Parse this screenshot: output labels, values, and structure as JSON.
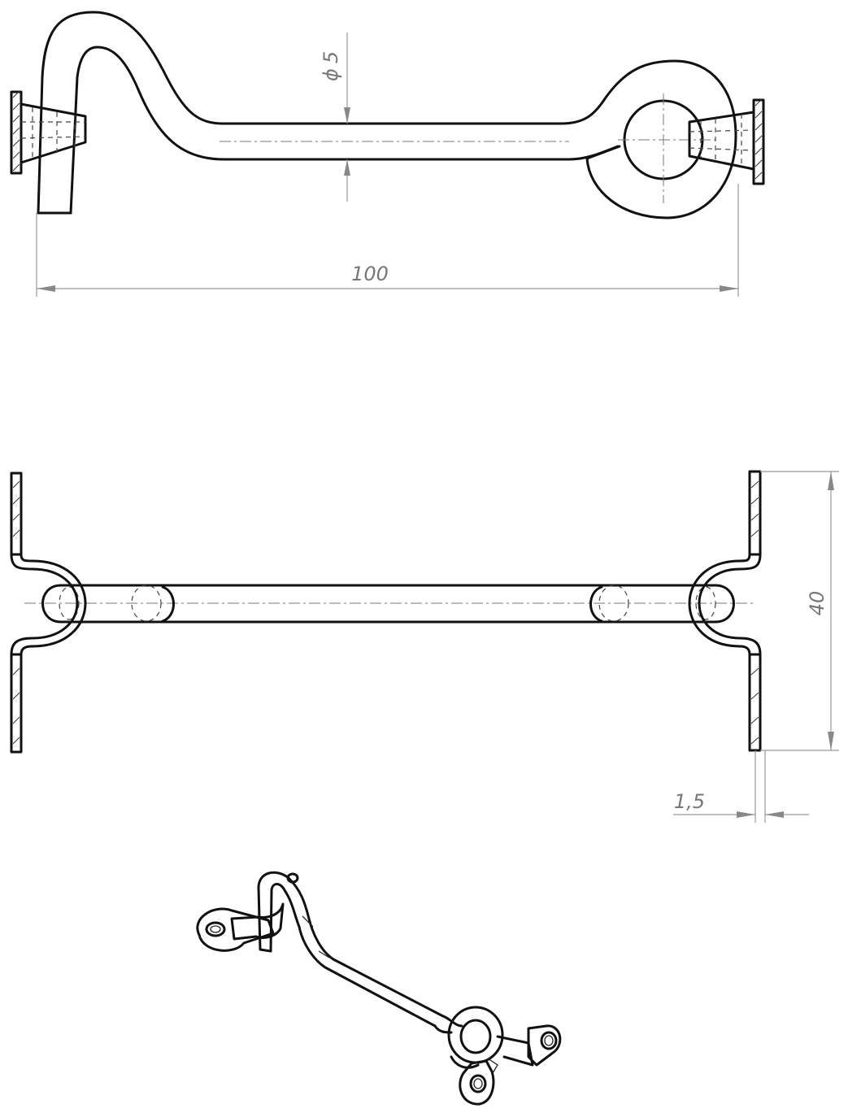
{
  "dimensions": {
    "diameter": {
      "symbol": "ϕ",
      "value": "5"
    },
    "length": "100",
    "height": "40",
    "thickness": "1,5"
  }
}
